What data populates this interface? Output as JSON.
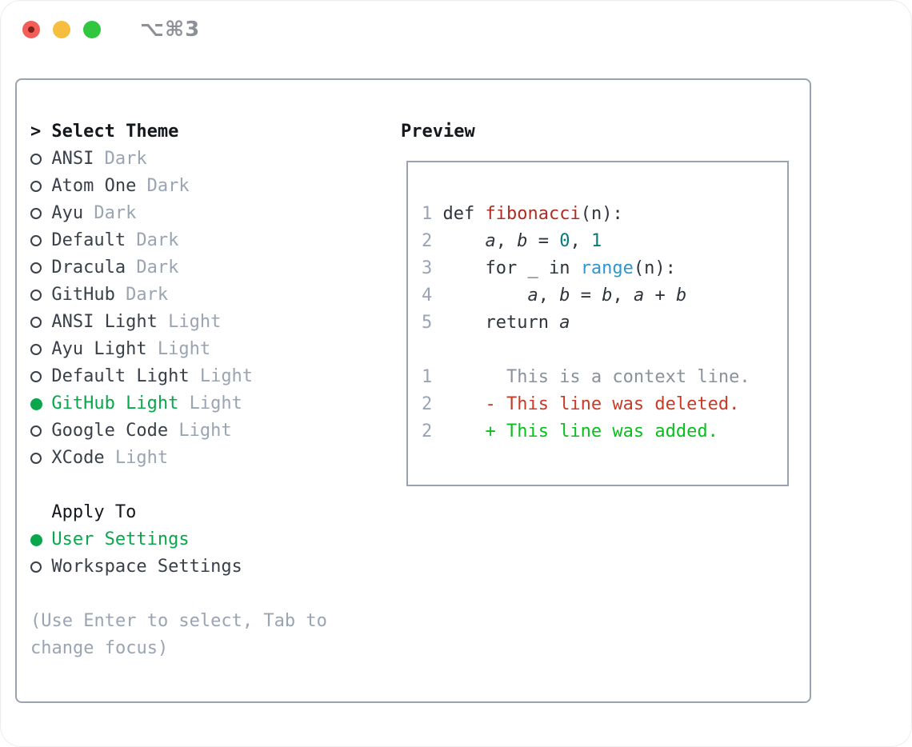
{
  "window": {
    "title": "⌥⌘3"
  },
  "theme_picker": {
    "title_prefix": ">",
    "title": "Select Theme",
    "items": [
      {
        "label": "ANSI",
        "tag": "Dark",
        "selected": false
      },
      {
        "label": "Atom One",
        "tag": "Dark",
        "selected": false
      },
      {
        "label": "Ayu",
        "tag": "Dark",
        "selected": false
      },
      {
        "label": "Default",
        "tag": "Dark",
        "selected": false
      },
      {
        "label": "Dracula",
        "tag": "Dark",
        "selected": false
      },
      {
        "label": "GitHub",
        "tag": "Dark",
        "selected": false
      },
      {
        "label": "ANSI Light",
        "tag": "Light",
        "selected": false
      },
      {
        "label": "Ayu Light",
        "tag": "Light",
        "selected": false
      },
      {
        "label": "Default Light",
        "tag": "Light",
        "selected": false
      },
      {
        "label": "GitHub Light",
        "tag": "Light",
        "selected": true
      },
      {
        "label": "Google Code",
        "tag": "Light",
        "selected": false
      },
      {
        "label": "XCode",
        "tag": "Light",
        "selected": false
      }
    ],
    "apply_to": {
      "title": "Apply To",
      "options": [
        {
          "label": "User Settings",
          "selected": true
        },
        {
          "label": "Workspace Settings",
          "selected": false
        }
      ]
    },
    "hint_lines": [
      "(Use Enter to select, Tab to",
      "change focus)"
    ]
  },
  "preview": {
    "title": "Preview",
    "lines": [
      {
        "num": "1",
        "tokens": [
          {
            "text": " def ",
            "style": "plain"
          },
          {
            "text": "fibonacci",
            "style": "fn"
          },
          {
            "text": "(n):",
            "style": "plain"
          }
        ]
      },
      {
        "num": "2",
        "tokens": [
          {
            "text": "     ",
            "style": "plain"
          },
          {
            "text": "a",
            "style": "var"
          },
          {
            "text": ", ",
            "style": "plain"
          },
          {
            "text": "b",
            "style": "var"
          },
          {
            "text": " = ",
            "style": "plain"
          },
          {
            "text": "0",
            "style": "num"
          },
          {
            "text": ", ",
            "style": "plain"
          },
          {
            "text": "1",
            "style": "num"
          }
        ]
      },
      {
        "num": "3",
        "tokens": [
          {
            "text": "     for _ in ",
            "style": "plain"
          },
          {
            "text": "range",
            "style": "bi"
          },
          {
            "text": "(n):",
            "style": "plain"
          }
        ]
      },
      {
        "num": "4",
        "tokens": [
          {
            "text": "         ",
            "style": "plain"
          },
          {
            "text": "a",
            "style": "var"
          },
          {
            "text": ", ",
            "style": "plain"
          },
          {
            "text": "b",
            "style": "var"
          },
          {
            "text": " = ",
            "style": "plain"
          },
          {
            "text": "b",
            "style": "var"
          },
          {
            "text": ", ",
            "style": "plain"
          },
          {
            "text": "a",
            "style": "var"
          },
          {
            "text": " + ",
            "style": "plain"
          },
          {
            "text": "b",
            "style": "var"
          }
        ]
      },
      {
        "num": "5",
        "tokens": [
          {
            "text": "     return ",
            "style": "plain"
          },
          {
            "text": "a",
            "style": "var"
          }
        ]
      },
      {
        "num": "",
        "tokens": []
      },
      {
        "num": "1",
        "tokens": [
          {
            "text": "       This is a context line.",
            "style": "ctx"
          }
        ]
      },
      {
        "num": "2",
        "tokens": [
          {
            "text": "     - This line was deleted.",
            "style": "del"
          }
        ]
      },
      {
        "num": "2",
        "tokens": [
          {
            "text": "     + This line was added.",
            "style": "add"
          }
        ]
      }
    ]
  },
  "colors": {
    "accent_green": "#0aa64c",
    "added_green": "#06c11c",
    "deleted_red": "#c93a26",
    "function_red": "#b12d22",
    "number_teal": "#0a7a78",
    "builtin_blue": "#2b98d1",
    "panel_border": "#9ba3b0",
    "muted_gray": "#9aa4b2",
    "traffic_red": "#f25f58",
    "traffic_yellow": "#f6bd3e",
    "traffic_green": "#31c63f"
  }
}
